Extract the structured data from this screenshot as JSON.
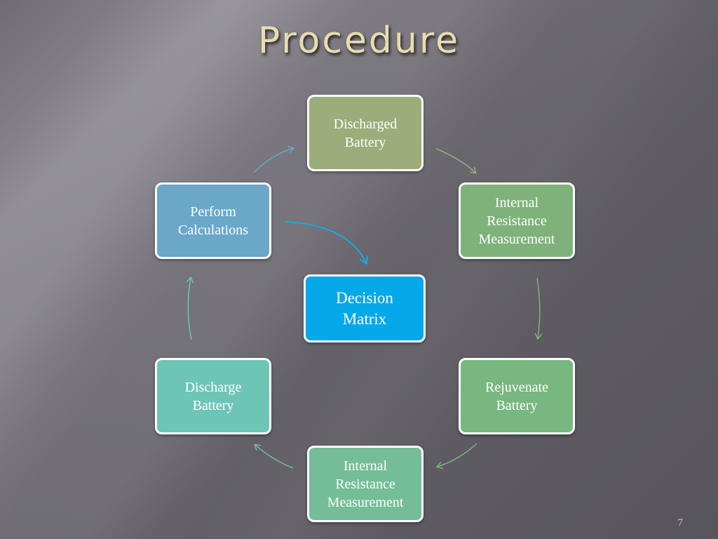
{
  "slide": {
    "title": "Procedure",
    "page_number": "7"
  },
  "nodes": {
    "discharged_battery": "Discharged\nBattery",
    "internal_resistance_top": "Internal\nResistance\nMeasurement",
    "rejuvenate_battery": "Rejuvenate\nBattery",
    "internal_resistance_bottom": "Internal\nResistance\nMeasurement",
    "discharge_battery": "Discharge\nBattery",
    "perform_calculations": "Perform\nCalculations",
    "decision_matrix": "Decision\nMatrix"
  },
  "colors": {
    "title": "#e9dcae",
    "discharged_battery": "#9aad7a",
    "internal_resistance_top": "#7fb27a",
    "rejuvenate_battery": "#78b780",
    "internal_resistance_bottom": "#74bd98",
    "discharge_battery": "#6dc5b6",
    "perform_calculations": "#6aa7c8",
    "decision_matrix": "#05a8e9"
  }
}
